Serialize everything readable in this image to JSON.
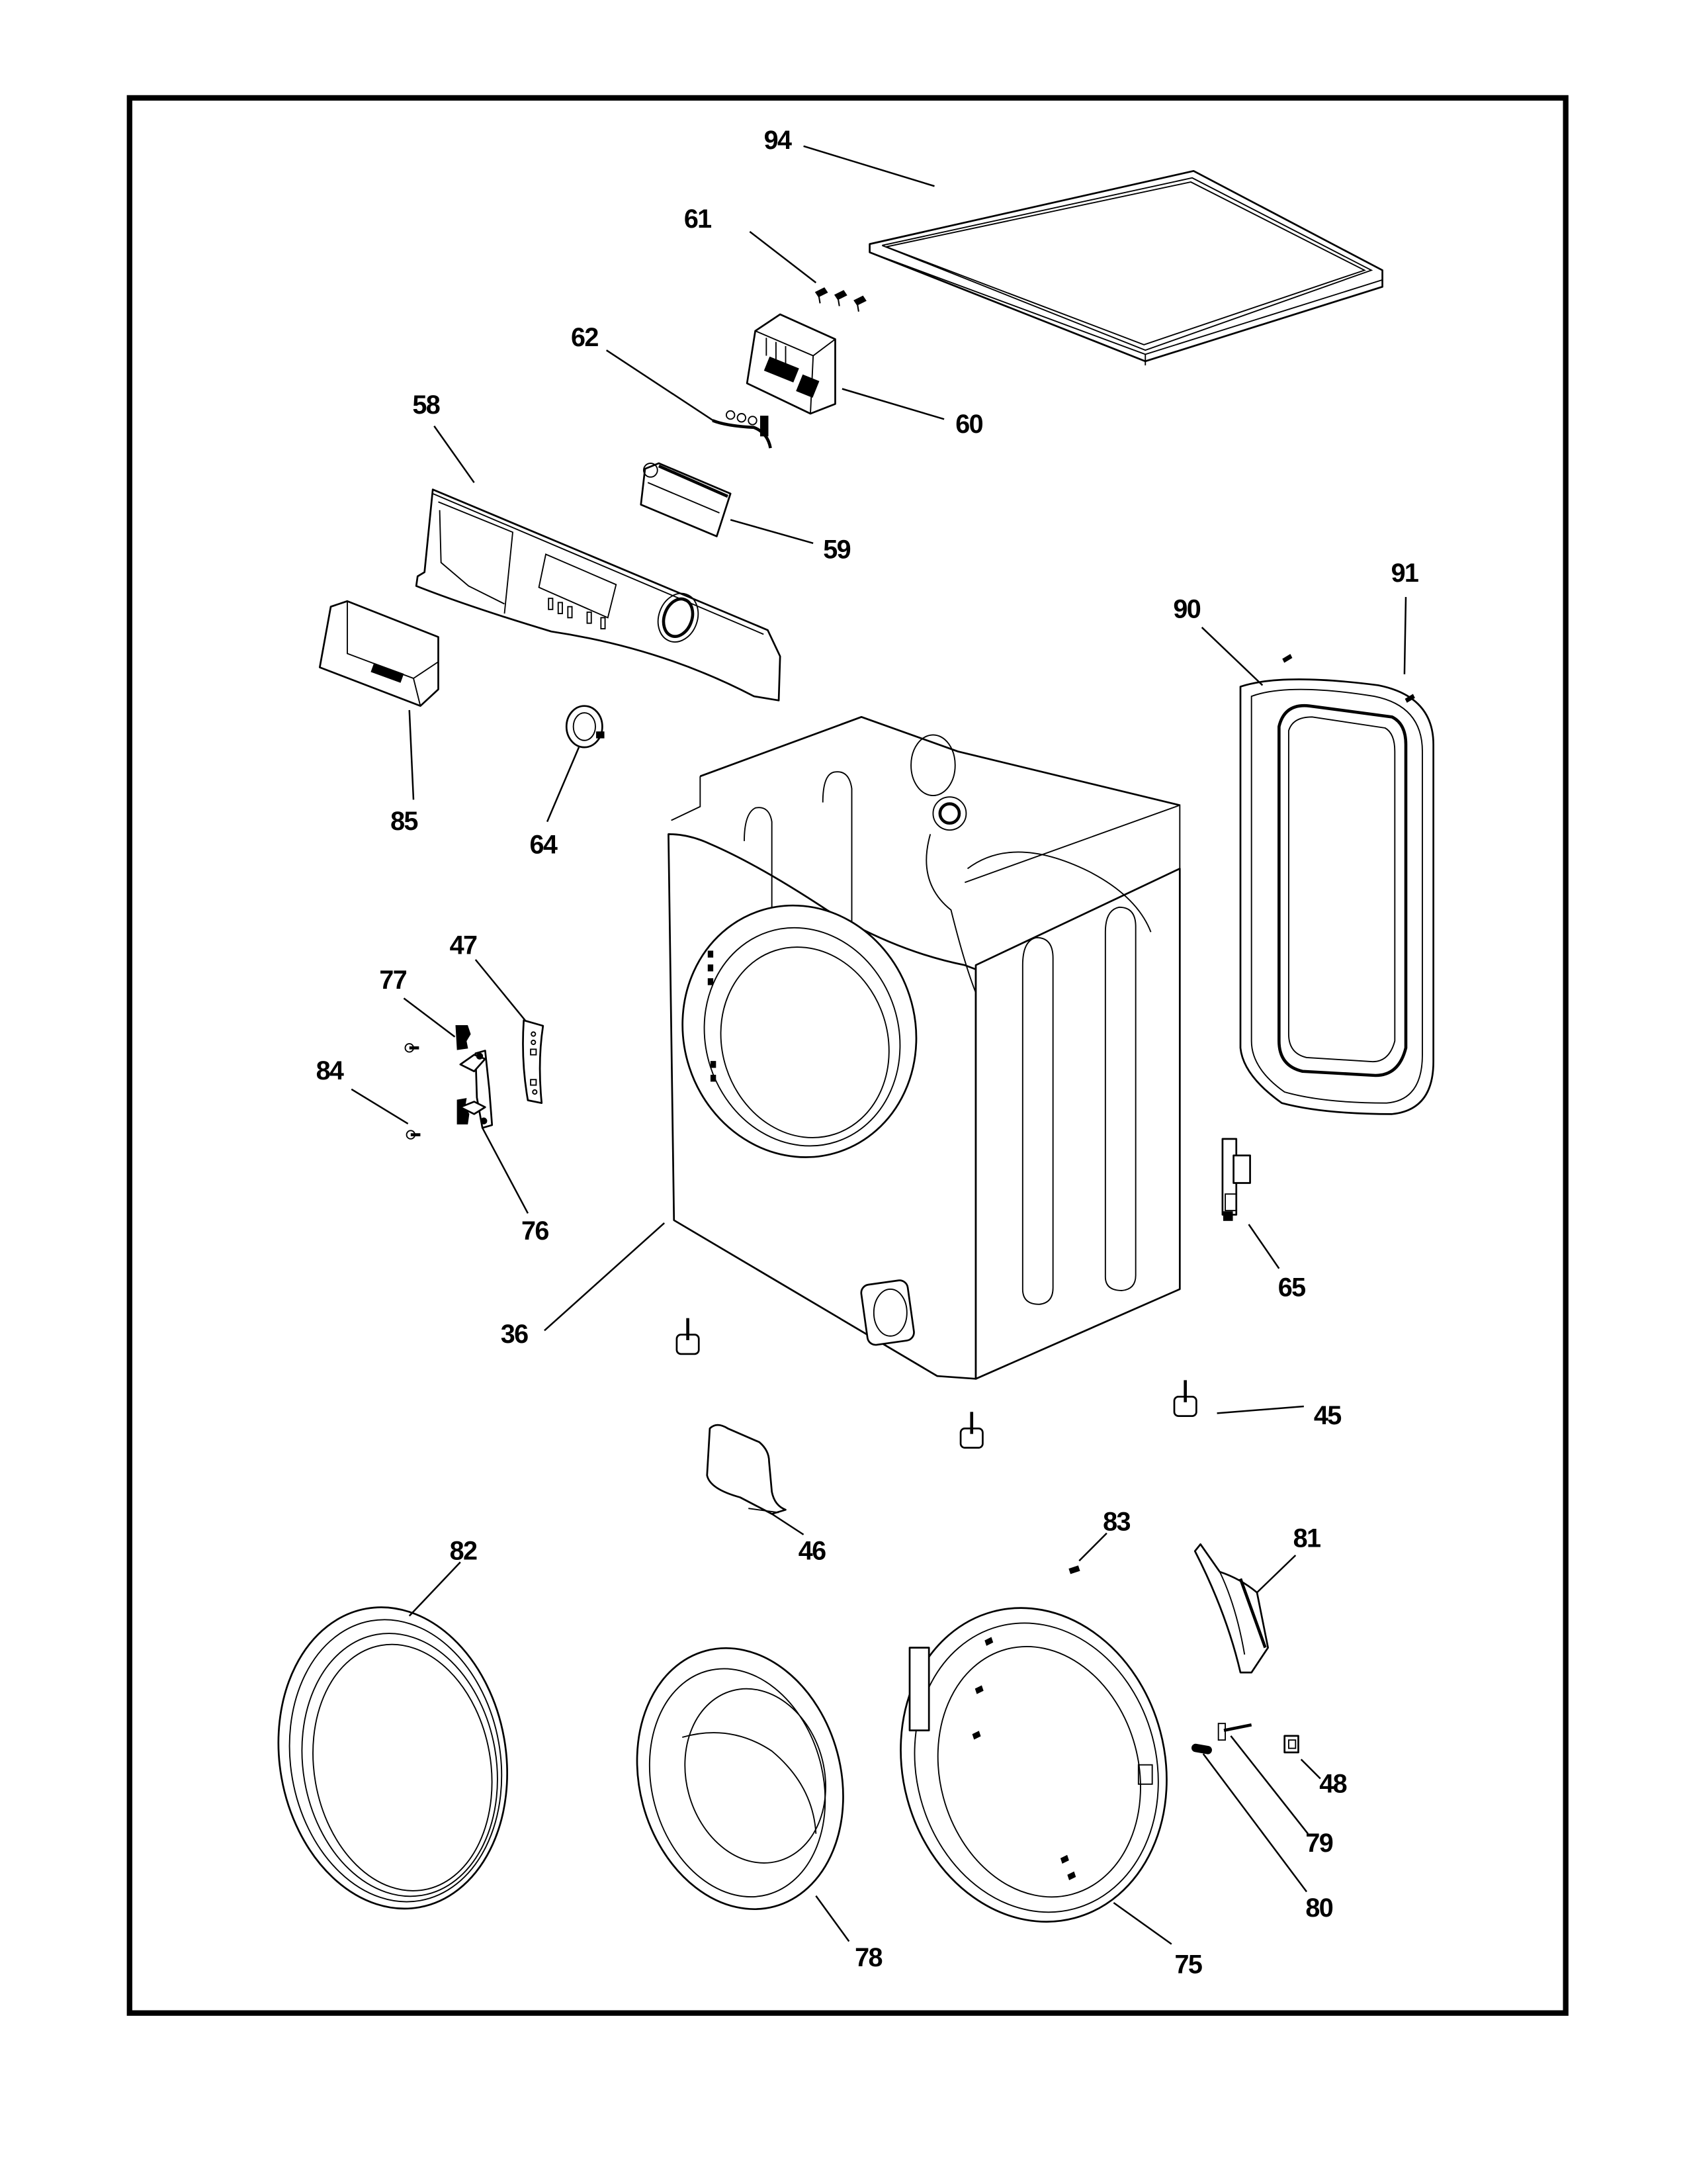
{
  "diagram": {
    "title": "Cabinet / Door exploded parts view",
    "line_color": "#000000",
    "background": "#ffffff",
    "callouts": [
      {
        "id": "94",
        "part": "top-cover"
      },
      {
        "id": "61",
        "part": "screws"
      },
      {
        "id": "62",
        "part": "wire-harness-clip"
      },
      {
        "id": "60",
        "part": "control-board-housing"
      },
      {
        "id": "58",
        "part": "control-panel"
      },
      {
        "id": "59",
        "part": "display-window"
      },
      {
        "id": "85",
        "part": "detergent-drawer-handle"
      },
      {
        "id": "64",
        "part": "program-knob"
      },
      {
        "id": "90",
        "part": "rear-panel"
      },
      {
        "id": "91",
        "part": "rear-panel-screw"
      },
      {
        "id": "47",
        "part": "hinge-cover"
      },
      {
        "id": "77",
        "part": "hinge-bushing"
      },
      {
        "id": "84",
        "part": "hinge-screw"
      },
      {
        "id": "76",
        "part": "door-hinge"
      },
      {
        "id": "36",
        "part": "cabinet"
      },
      {
        "id": "65",
        "part": "door-lock"
      },
      {
        "id": "45",
        "part": "leveling-foot"
      },
      {
        "id": "46",
        "part": "filter-access-door"
      },
      {
        "id": "82",
        "part": "outer-door-ring"
      },
      {
        "id": "83",
        "part": "door-screw"
      },
      {
        "id": "81",
        "part": "door-handle"
      },
      {
        "id": "48",
        "part": "strike-block"
      },
      {
        "id": "79",
        "part": "door-latch-hook"
      },
      {
        "id": "80",
        "part": "latch-spring"
      },
      {
        "id": "78",
        "part": "door-glass"
      },
      {
        "id": "75",
        "part": "inner-door-ring"
      }
    ]
  }
}
